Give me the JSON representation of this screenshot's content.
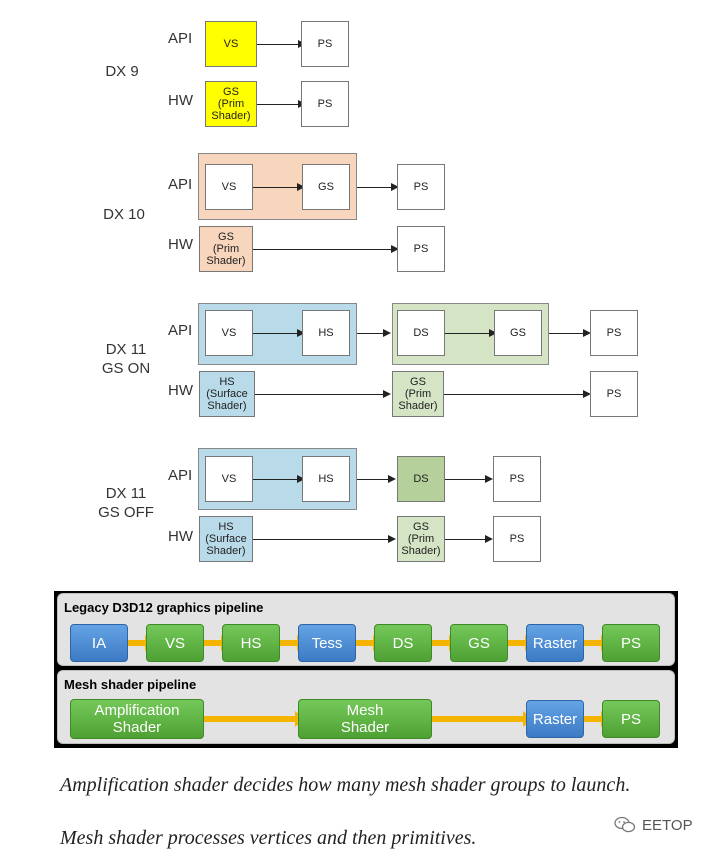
{
  "dx9": {
    "title": "DX 9",
    "api_label": "API",
    "hw_label": "HW",
    "api_vs": "VS",
    "api_ps": "PS",
    "hw_gs": "GS\n(Prim\nShader)",
    "hw_ps": "PS"
  },
  "dx10": {
    "title": "DX 10",
    "api_label": "API",
    "hw_label": "HW",
    "api_vs": "VS",
    "api_gs": "GS",
    "api_ps": "PS",
    "hw_gs": "GS\n(Prim\nShader)",
    "hw_ps": "PS"
  },
  "dx11on": {
    "title": "DX 11\nGS ON",
    "api_label": "API",
    "hw_label": "HW",
    "api_vs": "VS",
    "api_hs": "HS",
    "api_ds": "DS",
    "api_gs": "GS",
    "api_ps": "PS",
    "hw_hs": "HS\n(Surface\nShader)",
    "hw_gs": "GS\n(Prim\nShader)",
    "hw_ps": "PS"
  },
  "dx11off": {
    "title": "DX 11\nGS OFF",
    "api_label": "API",
    "hw_label": "HW",
    "api_vs": "VS",
    "api_hs": "HS",
    "api_ds": "DS",
    "api_ps": "PS",
    "hw_hs": "HS\n(Surface\nShader)",
    "hw_gs": "GS\n(Prim\nShader)",
    "hw_ps": "PS"
  },
  "legacy": {
    "title": "Legacy D3D12 graphics pipeline",
    "stages": [
      "IA",
      "VS",
      "HS",
      "Tess",
      "DS",
      "GS",
      "Raster",
      "PS"
    ]
  },
  "mesh": {
    "title": "Mesh shader pipeline",
    "stages": [
      "Amplification\nShader",
      "Mesh\nShader",
      "Raster",
      "PS"
    ]
  },
  "captions": [
    "Amplification shader decides how many mesh shader groups to launch.",
    "Mesh shader processes vertices and then primitives."
  ],
  "watermark": "EETOP",
  "colors": {
    "dx9_yellow": "#ffff00",
    "dx10_peach": "#f8d5bd",
    "dx11_blue": "#b9dbe9",
    "dx11_green": "#d5e4c4",
    "stage_green": "#5cb13f",
    "stage_blue": "#4a8bd4",
    "arrow_orange": "#f4b400"
  }
}
